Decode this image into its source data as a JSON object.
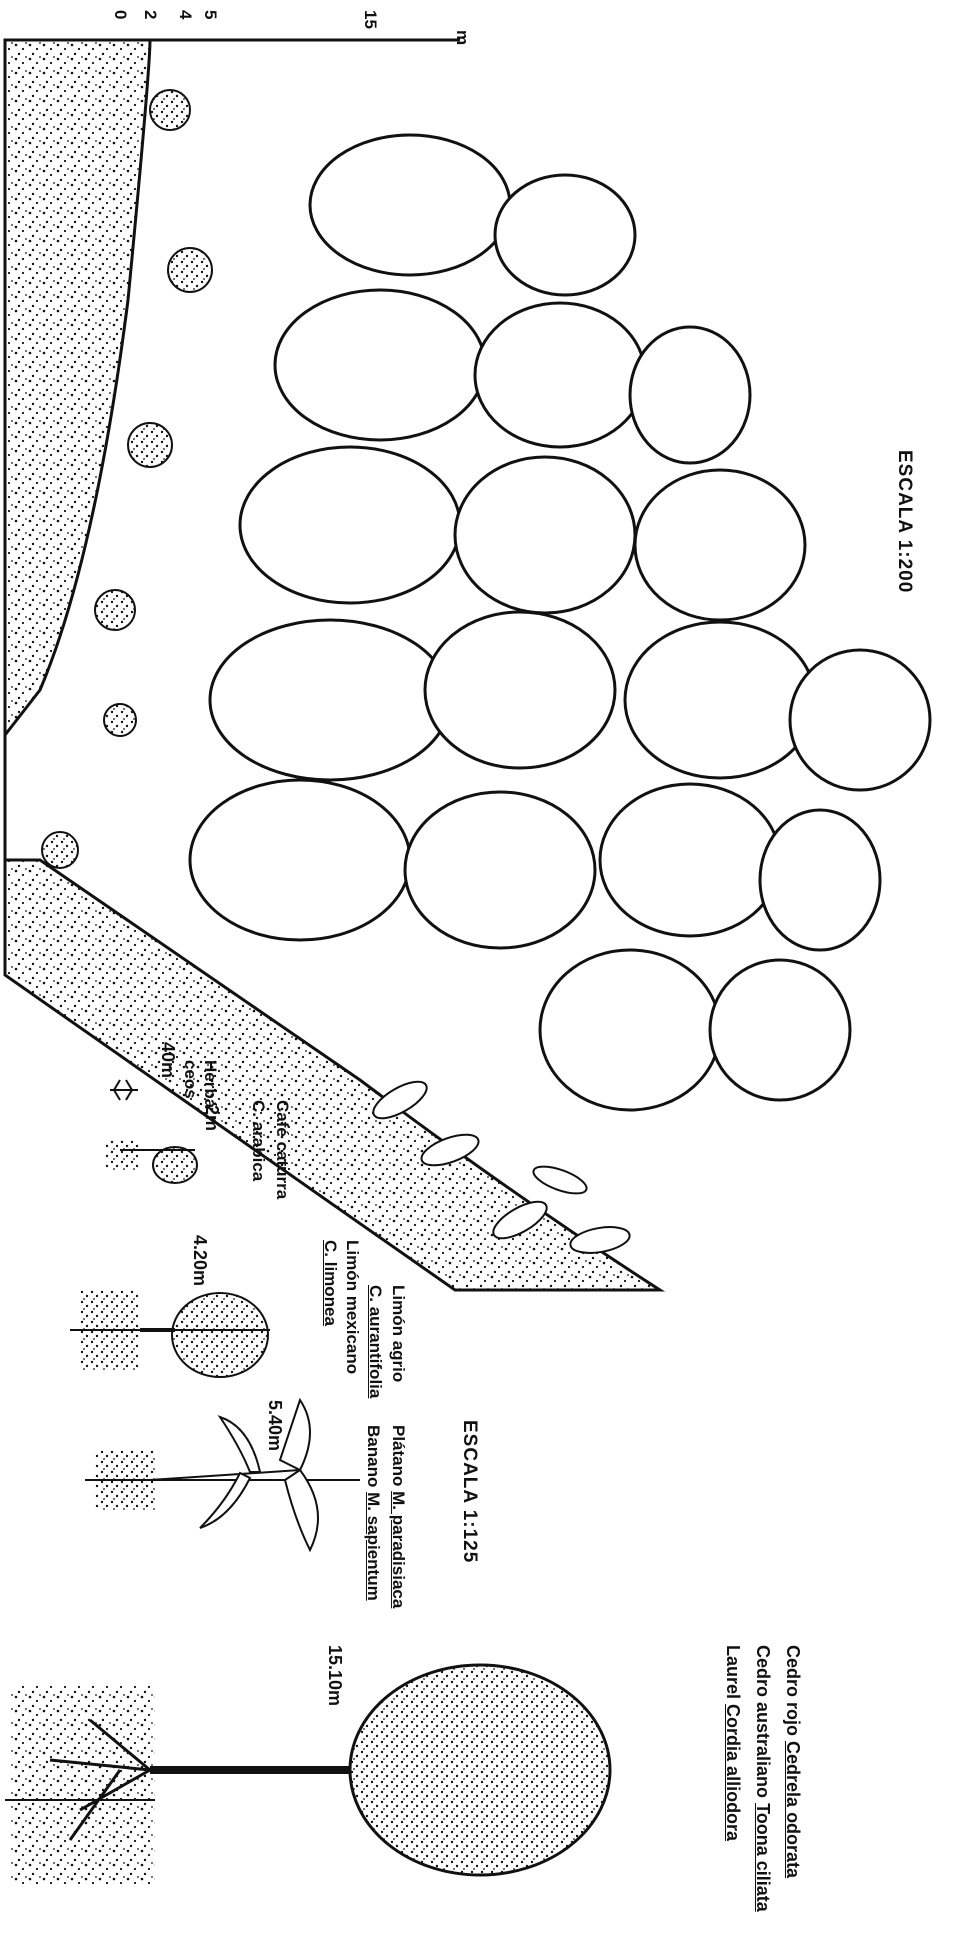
{
  "scale_main": "ESCALA 1:200",
  "scale_detail": "ESCALA 1:125",
  "axis": {
    "unit": "m",
    "ticks": [
      "0",
      "2",
      "4",
      "5",
      "15"
    ]
  },
  "species": {
    "cedro_rojo": {
      "common": "Cedro rojo",
      "sci": "Cedrela odorata"
    },
    "cedro_australiano": {
      "common": "Cedro australiano",
      "sci": "Toona ciliata"
    },
    "laurel": {
      "common": "Laurel",
      "sci": "Cordia alliodora"
    },
    "platano": {
      "common": "Plátano",
      "sci": "M. paradisiaca"
    },
    "banano": {
      "common": "Banano",
      "sci": "M. sapientum"
    },
    "limon_agrio": {
      "common": "Limón agrio",
      "sci": "C. aurantifolia"
    },
    "limon_mexicano": {
      "common": "Limón mexicano",
      "sci": "C. limonea"
    },
    "cafe": {
      "common": "Café caturra",
      "sci": "C. arabica"
    },
    "herbaceos": {
      "line1": "Herbá",
      "line2": "ceos"
    }
  },
  "heights": {
    "herbaceos": "40m",
    "cafe": "2m",
    "limon": "4.20m",
    "musa": "5.40m",
    "trees": "15.10m"
  },
  "colors": {
    "ink": "#111111",
    "paper": "#ffffff"
  }
}
